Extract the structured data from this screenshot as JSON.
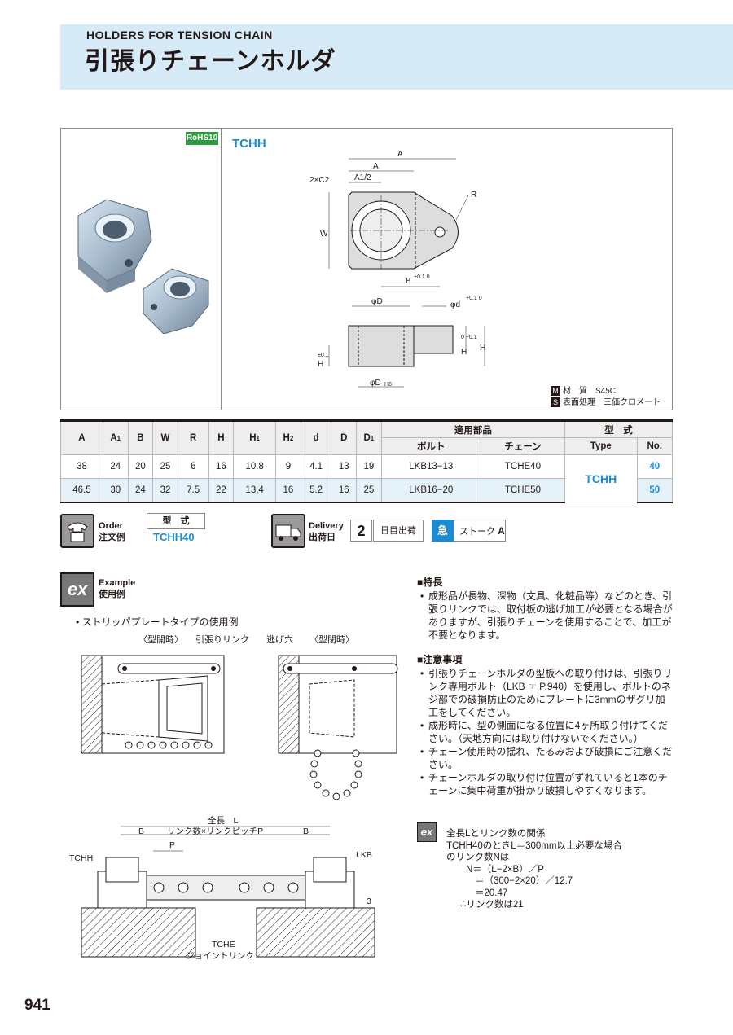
{
  "header": {
    "subtitle": "HOLDERS FOR TENSION CHAIN",
    "title": "引張りチェーンホルダ"
  },
  "badge": {
    "rohs": "RoHS10"
  },
  "product": {
    "type": "TCHH"
  },
  "drawing_labels": {
    "A": "A",
    "A1": "A",
    "A1half": "A1/2",
    "chamfer": "2×C2",
    "R": "R",
    "W": "W",
    "B": "B",
    "tol_b": "+0.1 0",
    "phiD1": "φD",
    "phid": "φd",
    "tol_d": "+0.1 0",
    "H2": "H",
    "H1": "H",
    "H": "H",
    "phiD": "φD",
    "H8": "H8",
    "tol_h2": "±0.1",
    "tol_h1": "0 −0.1"
  },
  "material": {
    "m_mark": "M",
    "m_label": "材　質",
    "m_value": "S45C",
    "s_mark": "S",
    "s_label": "表面処理",
    "s_value": "三価クロメート"
  },
  "table": {
    "col_A": "A",
    "col_A1": "A",
    "col_B": "B",
    "col_W": "W",
    "col_R": "R",
    "col_H": "H",
    "col_H1": "H",
    "col_H2": "H",
    "col_d": "d",
    "col_D": "D",
    "col_D1": "D",
    "sub1": "1",
    "sub2": "2",
    "group_parts": "適用部品",
    "col_bolt": "ボルト",
    "col_chain": "チェーン",
    "group_model": "型　式",
    "col_type": "Type",
    "col_no": "No.",
    "type_value": "TCHH",
    "rows": [
      {
        "A": "38",
        "A1": "24",
        "B": "20",
        "W": "25",
        "R": "6",
        "H": "16",
        "H1": "10.8",
        "H2": "9",
        "d": "4.1",
        "D": "13",
        "D1": "19",
        "bolt": "LKB13−13",
        "chain": "TCHE40",
        "no": "40"
      },
      {
        "A": "46.5",
        "A1": "30",
        "B": "24",
        "W": "32",
        "R": "7.5",
        "H": "22",
        "H1": "13.4",
        "H2": "16",
        "d": "5.2",
        "D": "16",
        "D1": "25",
        "bolt": "LKB16−20",
        "chain": "TCHE50",
        "no": "50"
      }
    ]
  },
  "order": {
    "label_en": "Order",
    "label_jp": "注文例",
    "box_title": "型　式",
    "code": "TCHH40"
  },
  "delivery": {
    "label_en": "Delivery",
    "label_jp": "出荷日",
    "days": "2",
    "days_text": "日目出荷",
    "rush_icon": "急",
    "stroke_text": "ストーク",
    "stroke_grade": "A"
  },
  "example": {
    "icon": "ex",
    "label_en": "Example",
    "label_jp": "使用例",
    "usage_title": "• ストリッパプレートタイプの使用例"
  },
  "usage_labels": {
    "open1": "〈型開時〉",
    "link": "引張りリンク",
    "escape": "逃げ穴",
    "open2": "〈型閉時〉"
  },
  "bottom_labels": {
    "total": "全長　L",
    "B1": "B",
    "pitch": "リンク数×リンクピッチP",
    "B2": "B",
    "P": "P",
    "tchh": "TCHH",
    "lkb": "LKB",
    "tche": "TCHE",
    "joint": "ジョイントリンク",
    "three": "3"
  },
  "features": {
    "title": "■特長",
    "items": [
      "成形品が長物、深物（文具、化粧品等）などのとき、引張りリンクでは、取付板の逃げ加工が必要となる場合がありますが、引張りチェーンを使用することで、加工が不要となります。"
    ]
  },
  "caution": {
    "title": "■注意事項",
    "items": [
      "引張りチェーンホルダの型板への取り付けは、引張りリンク専用ボルト（LKB ☞ P.940）を使用し、ボルトのネジ部での破損防止のためにプレートに3mmのザグリ加工をしてください。",
      "成形時に、型の側面になる位置に4ヶ所取り付けてください。（天地方向には取り付けないでください。）",
      "チェーン使用時の揺れ、たるみおよび破損にご注意ください。",
      "チェーンホルダの取り付け位置がずれていると1本のチェーンに集中荷重が掛かり破損しやすくなります。"
    ]
  },
  "calc": {
    "icon": "ex",
    "line1": "全長Lとリンク数の関係",
    "line2": "TCHH40のときL＝300mm以上必要な場合",
    "line3": "のリンク数Nは",
    "line4": "N＝（L−2×B）／P",
    "line5": "＝（300−2×20）／12.7",
    "line6": "＝20.47",
    "line7": "∴リンク数は21"
  },
  "page_number": "941"
}
